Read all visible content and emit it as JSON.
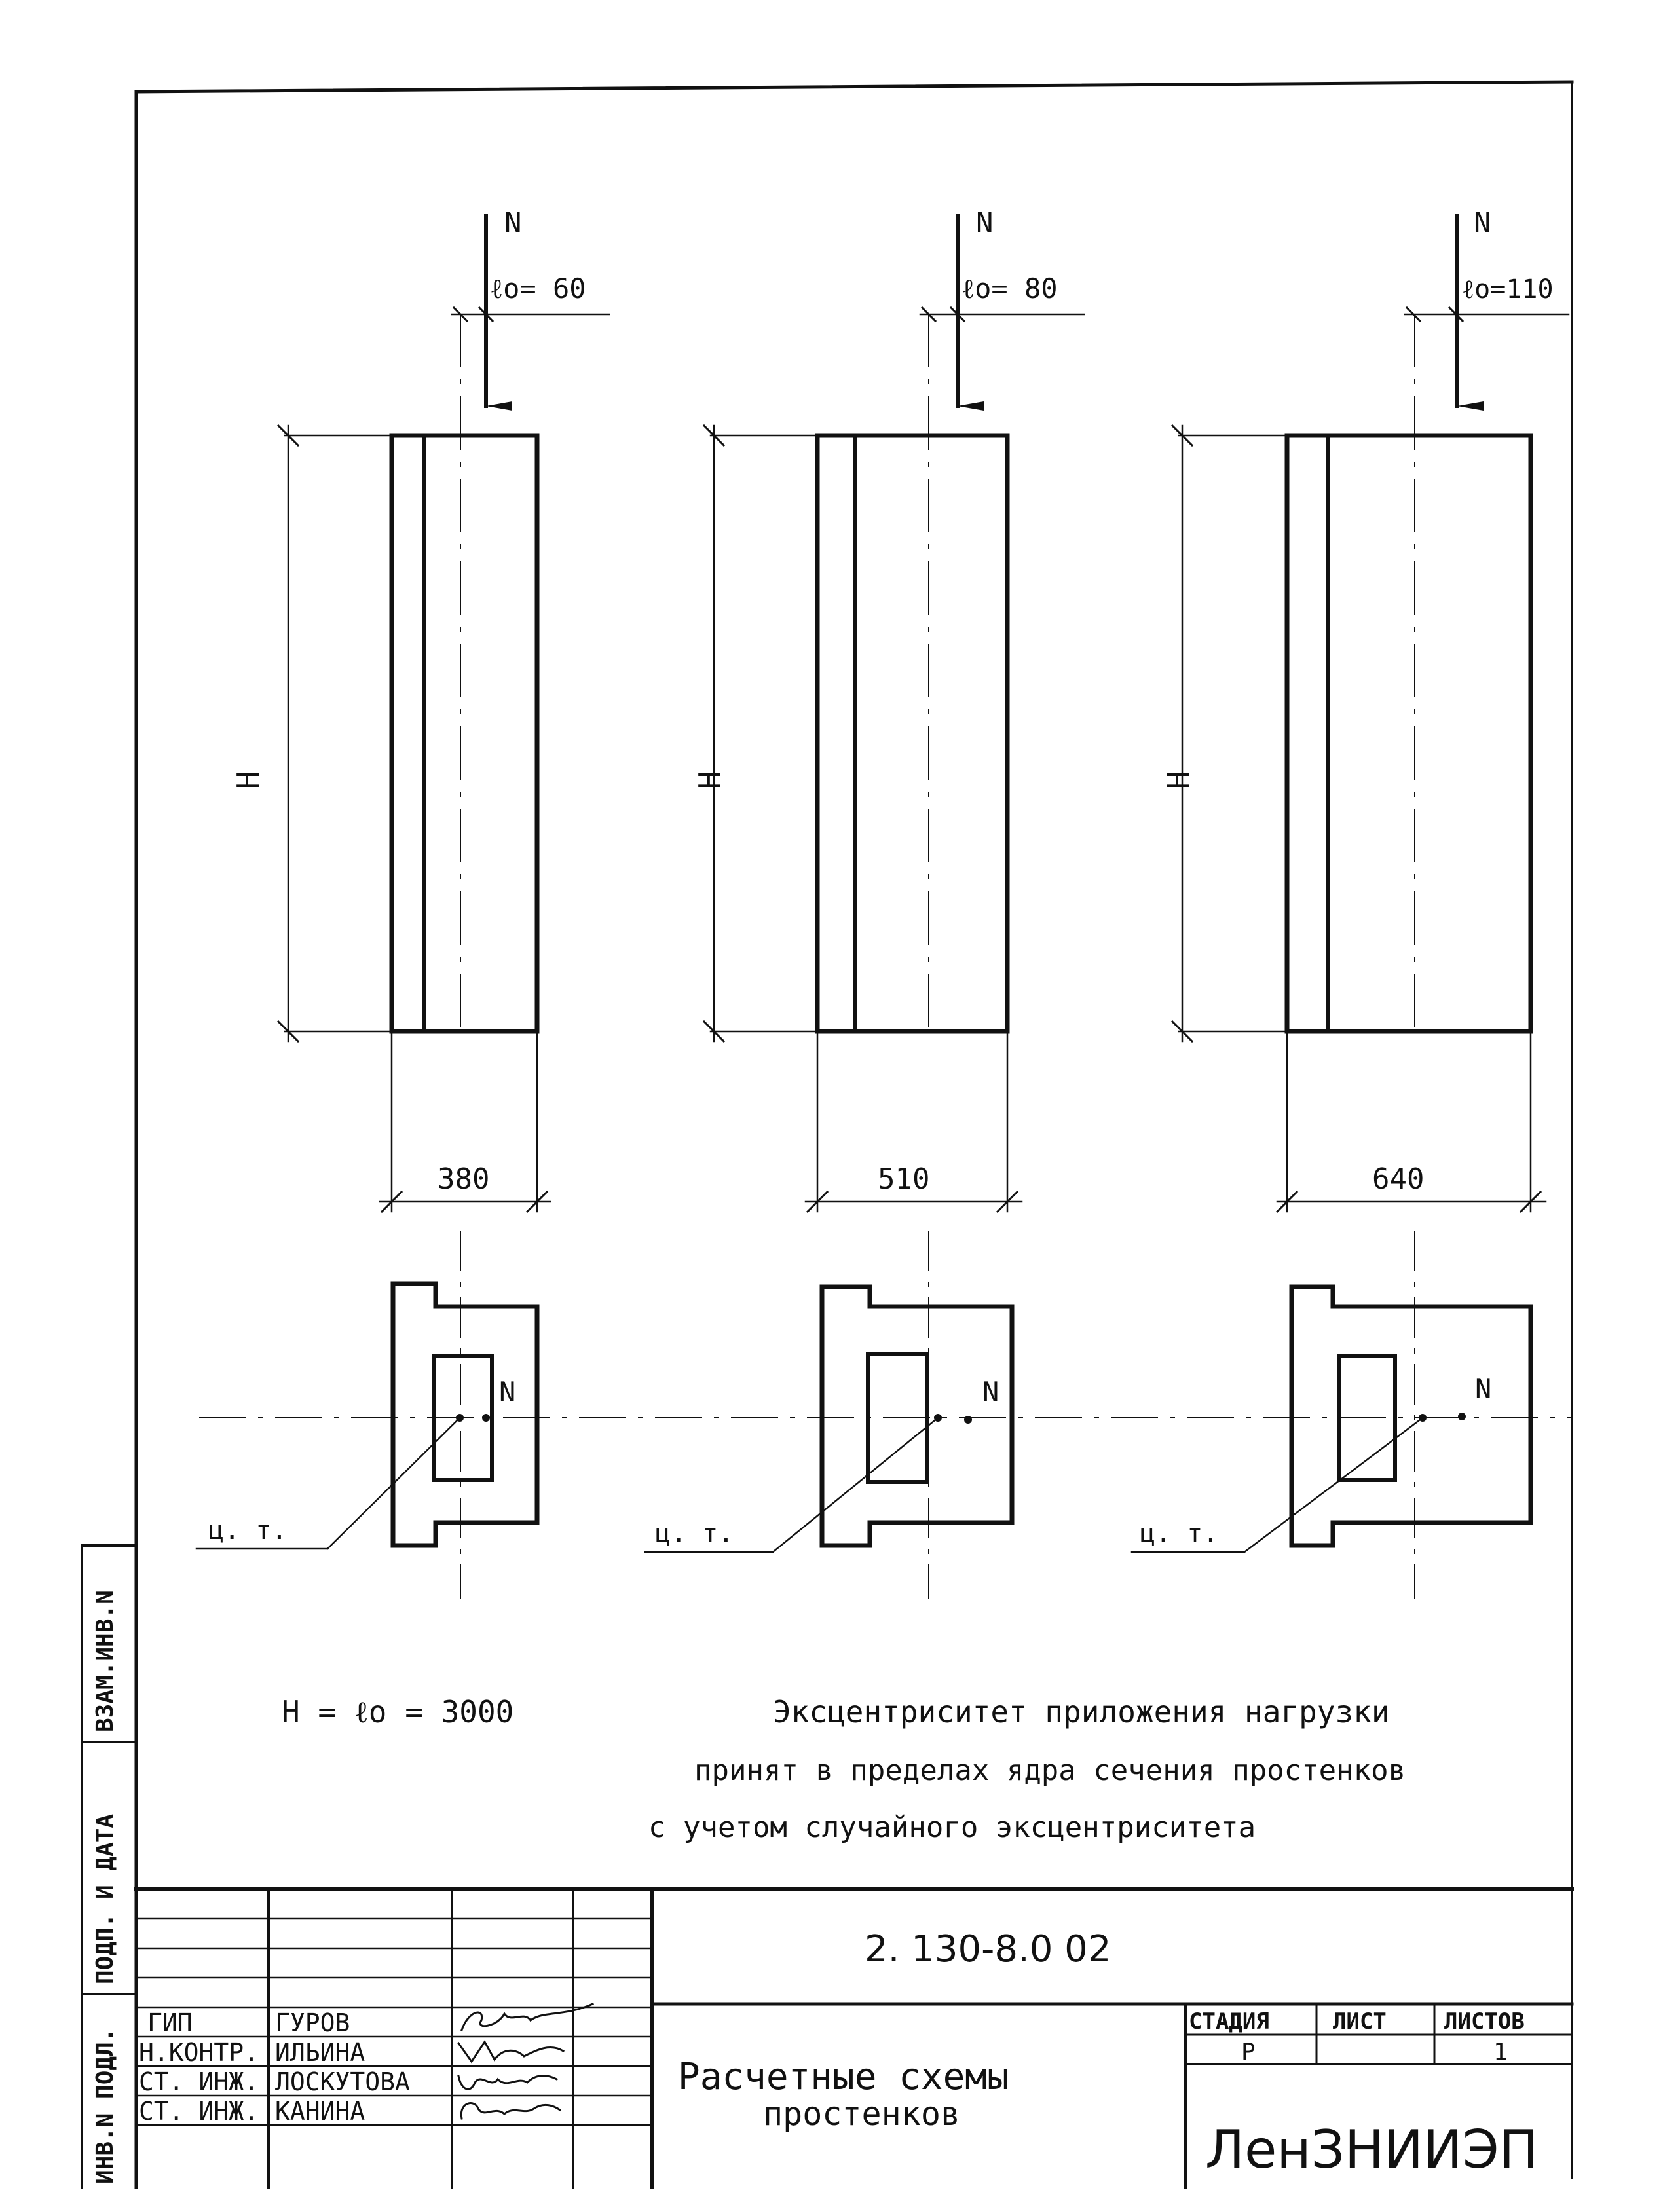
{
  "piers": [
    {
      "load": "N",
      "eccentricity": "ℓo= 60",
      "width": "380",
      "height_label": "H",
      "cg_label": "ц. т.",
      "section_load": "N"
    },
    {
      "load": "N",
      "eccentricity": "ℓo= 80",
      "width": "510",
      "height_label": "H",
      "cg_label": "ц. т.",
      "section_load": "N"
    },
    {
      "load": "N",
      "eccentricity": "ℓo=110",
      "width": "640",
      "height_label": "H",
      "cg_label": "ц. т.",
      "section_load": "N"
    }
  ],
  "formula": "H = ℓo = 3000",
  "note": {
    "line1": "Эксцентриситет приложения нагрузки",
    "line2": "принят в пределах ядра сечения простенков",
    "line3": "с учетом случайного эксцентриситета"
  },
  "side_stamp": {
    "inv_podl": "ИНВ.N ПОДЛ.",
    "podp_data": "ПОДП. И ДАТА",
    "vzam_inv": "ВЗАМ.ИНВ.N"
  },
  "title_block": {
    "doc_code": "2. 130-8.0 02",
    "title_line1": "Расчетные схемы",
    "title_line2": "простенков",
    "stage_header": "СТАДИЯ",
    "sheet_header": "ЛИСТ",
    "sheets_header": "ЛИСТОВ",
    "stage_value": "Р",
    "sheet_value": "",
    "sheets_value": "1",
    "organization": "ЛенЗНИИЭП",
    "signers": [
      {
        "role": "ГИП",
        "name": "ГУРОВ"
      },
      {
        "role": "Н.КОНТР.",
        "name": "ИЛЬИНА"
      },
      {
        "role": "СТ. ИНЖ.",
        "name": "ЛОСКУТОВА"
      },
      {
        "role": "СТ. ИНЖ.",
        "name": "КАНИНА"
      }
    ]
  }
}
